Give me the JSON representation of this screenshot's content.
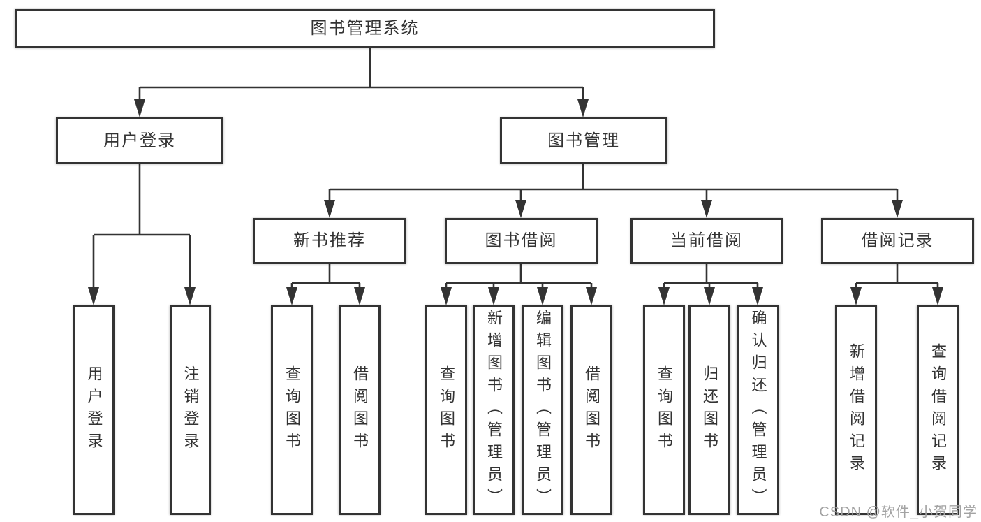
{
  "colors": {
    "box_border": "#333333",
    "connector_line": "#333333",
    "text": "#333333",
    "background": "#ffffff",
    "watermark_text": "#a3a3a3"
  },
  "nodes": {
    "root": {
      "label": "图书管理系统"
    },
    "user_login": {
      "label": "用户登录"
    },
    "book_management": {
      "label": "图书管理"
    },
    "new_book_recommend": {
      "label": "新书推荐"
    },
    "book_borrowing": {
      "label": "图书借阅"
    },
    "current_borrowing": {
      "label": "当前借阅"
    },
    "borrowing_records": {
      "label": "借阅记录"
    },
    "leaf_user_login": {
      "label": "用户登录"
    },
    "leaf_logout": {
      "label": "注销登录"
    },
    "leaf_recommend_query_books": {
      "label": "查询图书"
    },
    "leaf_recommend_borrow_books": {
      "label": "借阅图书"
    },
    "leaf_borrowing_query_books": {
      "label": "查询图书"
    },
    "leaf_borrowing_add_books": {
      "label": "新增图书（管理员）"
    },
    "leaf_borrowing_edit_books": {
      "label": "编辑图书（管理员）"
    },
    "leaf_borrowing_borrow_books": {
      "label": "借阅图书"
    },
    "leaf_current_query_books": {
      "label": "查询图书"
    },
    "leaf_current_return_books": {
      "label": "归还图书"
    },
    "leaf_current_confirm_return": {
      "label": "确认归还（管理员）"
    },
    "leaf_records_add_record": {
      "label": "新增借阅记录"
    },
    "leaf_records_query_record": {
      "label": "查询借阅记录"
    }
  },
  "watermark": {
    "text": "CSDN @软件_小贺同学"
  }
}
